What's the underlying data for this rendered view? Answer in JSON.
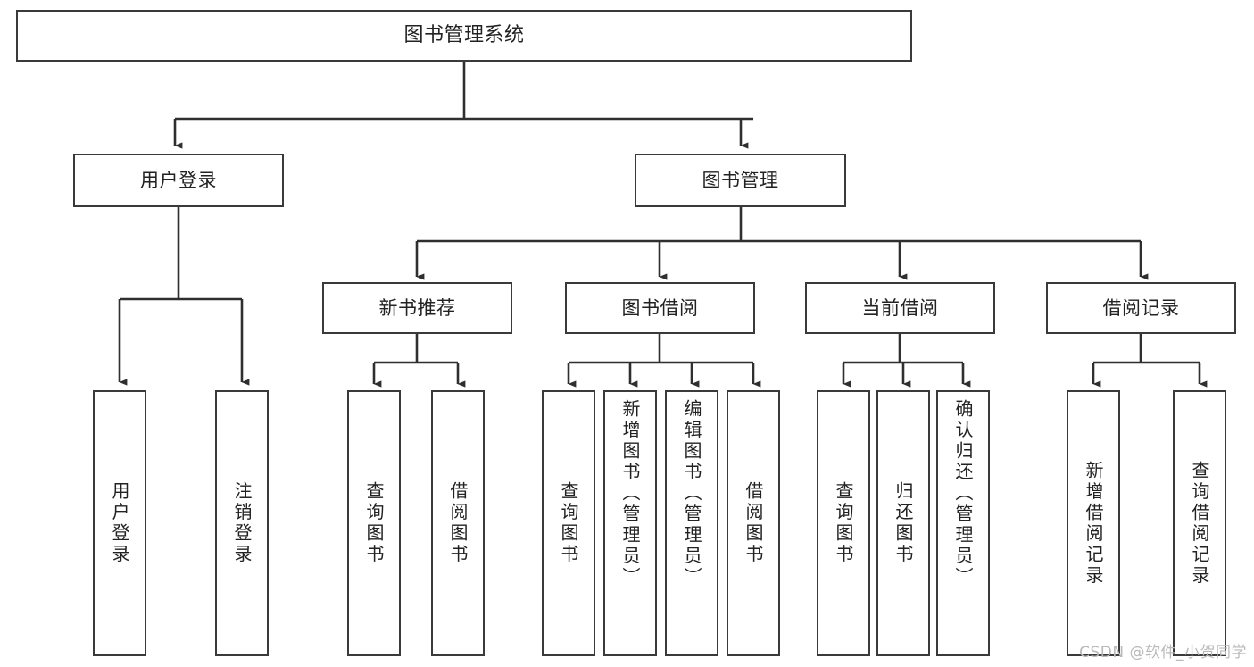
{
  "diagram": {
    "type": "tree-hierarchy",
    "title": "图书管理系统",
    "orientation": "top-down",
    "colors": {
      "background": "#ffffff",
      "box_border": "#3a3a3a",
      "box_fill": "#ffffff",
      "connector": "#2f2f2f",
      "text": "#222222",
      "watermark": "#b9b9b9"
    },
    "root": {
      "label": "图书管理系统"
    },
    "level1": [
      {
        "label": "用户登录"
      },
      {
        "label": "图书管理"
      }
    ],
    "level2": [
      {
        "label": "新书推荐"
      },
      {
        "label": "图书借阅"
      },
      {
        "label": "当前借阅"
      },
      {
        "label": "借阅记录"
      }
    ],
    "leaves": {
      "user_login": [
        {
          "label": "用户登录"
        },
        {
          "label": "注销登录"
        }
      ],
      "new_book_recommend": [
        {
          "label": "查询图书"
        },
        {
          "label": "借阅图书"
        }
      ],
      "book_borrow": [
        {
          "label": "查询图书"
        },
        {
          "label": "新增图书（管理员）"
        },
        {
          "label": "编辑图书（管理员）"
        },
        {
          "label": "借阅图书"
        }
      ],
      "current_borrow": [
        {
          "label": "查询图书"
        },
        {
          "label": "归还图书"
        },
        {
          "label": "确认归还（管理员）"
        }
      ],
      "borrow_record": [
        {
          "label": "新增借阅记录"
        },
        {
          "label": "查询借阅记录"
        }
      ]
    }
  },
  "watermark": {
    "text": "CSDN @软件_小贺同学"
  }
}
